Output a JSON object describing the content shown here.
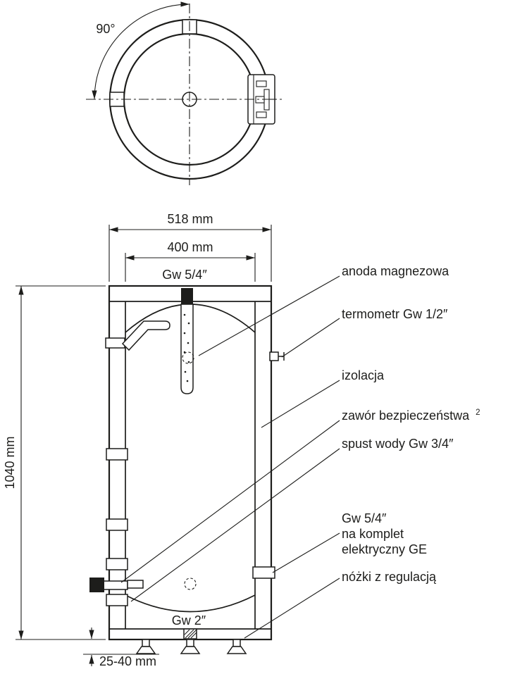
{
  "drawing": {
    "top_view": {
      "rotation_angle": "90°"
    },
    "dimensions": {
      "outer_diameter": "518 mm",
      "inner_diameter": "400 mm",
      "total_height": "1040 mm",
      "feet_adjustment": "25-40 mm"
    },
    "ports": {
      "anode_port_thread": "Gw 5/4″",
      "bottom_port_thread": "Gw 2″"
    },
    "callouts": {
      "anode": "anoda magnezowa",
      "thermometer": "termometr Gw 1/2″",
      "insulation": "izolacja",
      "safety_valve": "zawór bezpieczeństwa",
      "safety_valve_footnote": "2",
      "water_drain": "spust wody Gw 3/4″",
      "heater_port_line1": "Gw 5/4″",
      "heater_port_line2": "na komplet",
      "heater_port_line3": "elektryczny GE",
      "adjustable_feet": "nóżki z regulacją"
    },
    "colors": {
      "line": "#1d1d1b",
      "background": "#ffffff"
    }
  }
}
